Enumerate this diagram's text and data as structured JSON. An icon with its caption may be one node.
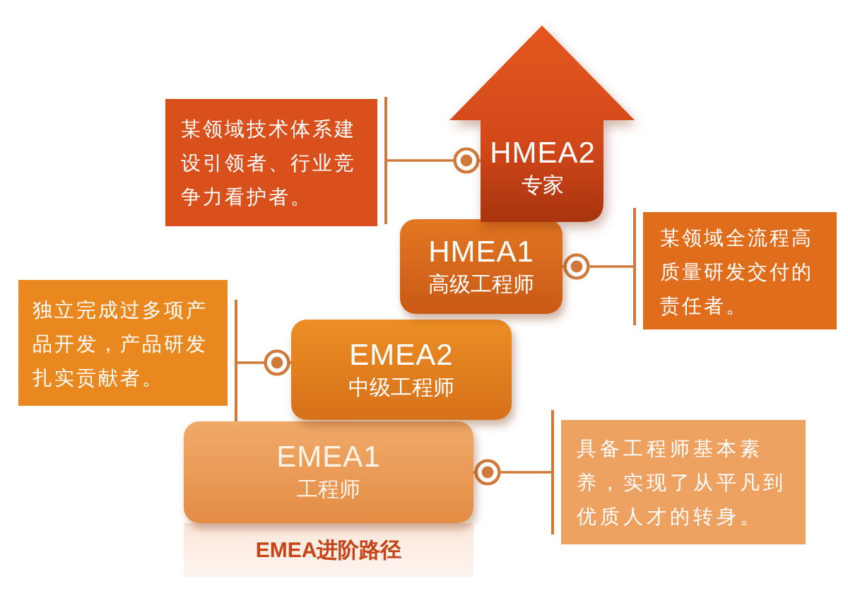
{
  "diagram": {
    "nodes": [
      {
        "text": [
          "某领域技术体系建设引领者、行业竞争力看护者。"
        ]
      },
      {
        "text": [
          "HMEA2",
          "专家"
        ]
      },
      {
        "text": [
          "HMEA1",
          "高级工程师"
        ]
      },
      {
        "text": [
          "某领域全流程高质量研发交付的责任者。"
        ]
      },
      {
        "text": [
          "独立完成过多项产品开发，产品研发扎实贡献者。"
        ]
      },
      {
        "text": [
          "EMEA2",
          "中级工程师"
        ]
      },
      {
        "text": [
          "EMEA1",
          "工程师"
        ]
      },
      {
        "text": [
          "具备工程师基本素养，实现了从平凡到优质人才的转身。"
        ]
      },
      {
        "text": [
          "EMEA进阶路径"
        ]
      }
    ],
    "edges": [
      {
        "from": 0,
        "to": 1,
        "arrow": "other"
      },
      {
        "from": 3,
        "to": 2,
        "arrow": "other"
      },
      {
        "from": 4,
        "to": 5,
        "arrow": "other"
      },
      {
        "from": 7,
        "to": 6,
        "arrow": "other"
      }
    ]
  }
}
